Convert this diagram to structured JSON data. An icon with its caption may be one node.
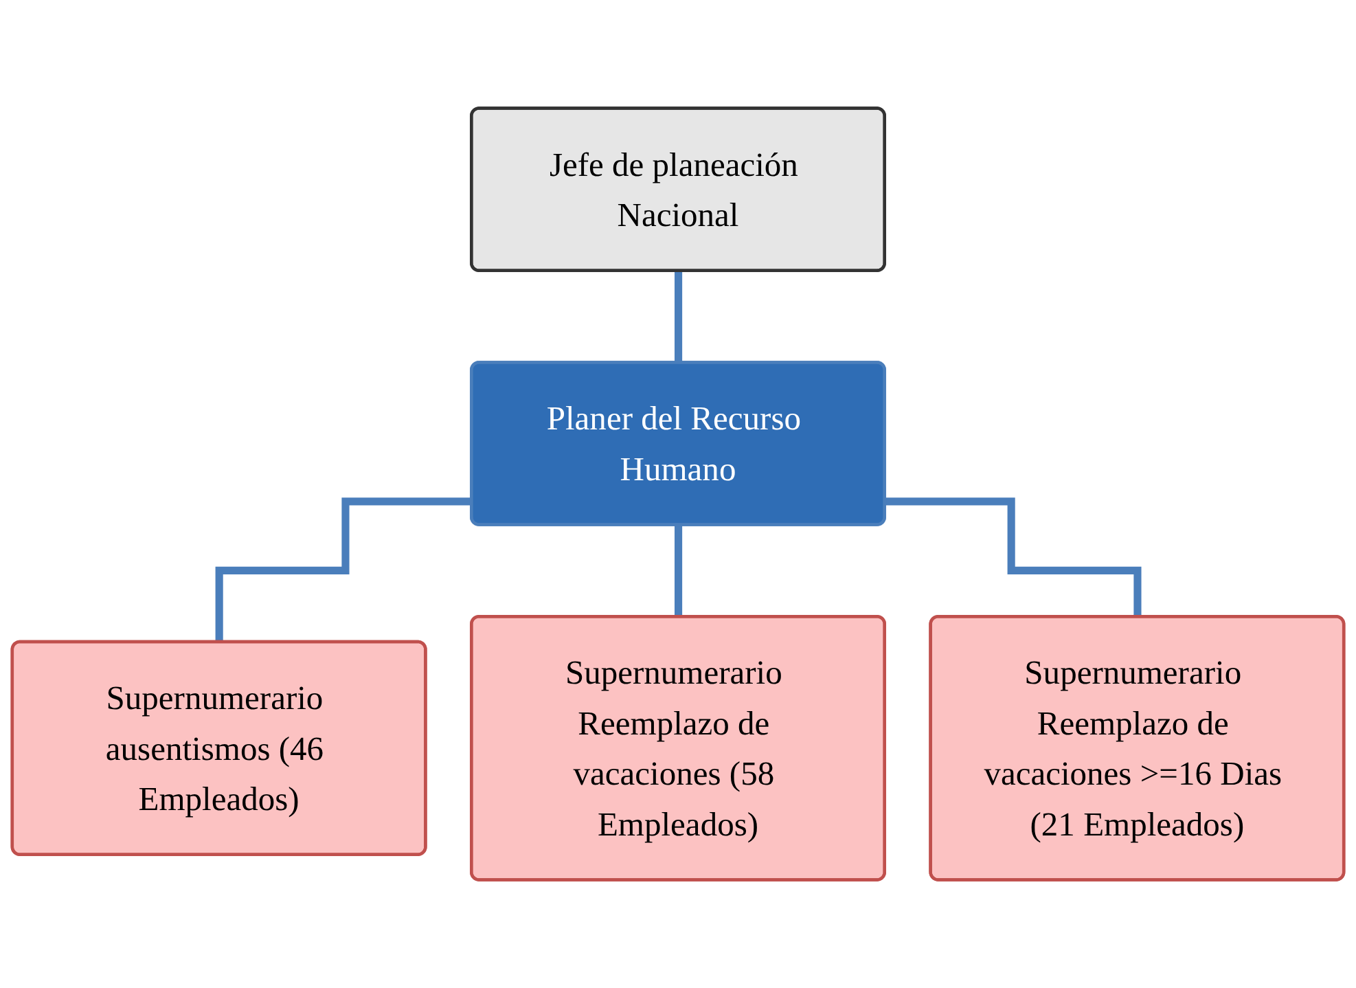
{
  "diagram": {
    "nodes": [
      {
        "text": [
          "Jefe de planeación Nacional"
        ]
      },
      {
        "text": [
          "Planer del Recurso Humano"
        ]
      },
      {
        "text": [
          "Supernumerario ausentismos (46 Empleados)"
        ]
      },
      {
        "text": [
          "Supernumerario Reemplazo de vacaciones (58 Empleados)"
        ]
      },
      {
        "text": [
          "Supernumerario Reemplazo de vacaciones >=16 Dias (21 Empleados)"
        ]
      }
    ],
    "edges": [
      {
        "from": 0,
        "to": 1,
        "arrow": "none"
      },
      {
        "from": 1,
        "to": 2,
        "arrow": "none"
      },
      {
        "from": 1,
        "to": 3,
        "arrow": "none"
      },
      {
        "from": 1,
        "to": 4,
        "arrow": "none"
      }
    ]
  }
}
